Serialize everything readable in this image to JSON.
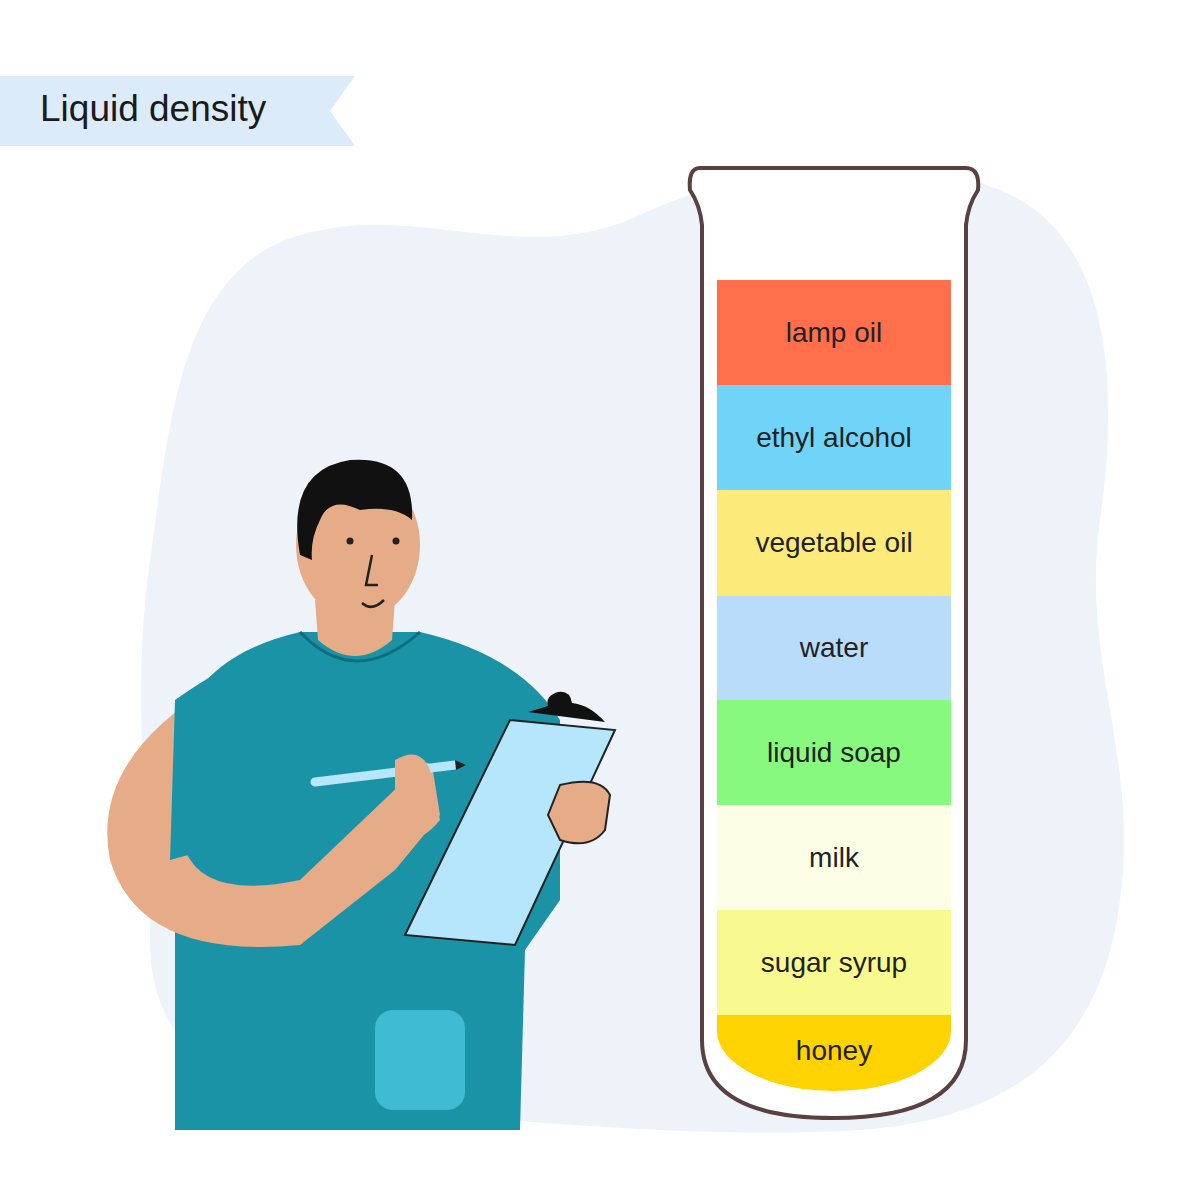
{
  "diagram": {
    "title": "Liquid density",
    "nodes": [
      {
        "text": [
          "lamp oil"
        ]
      },
      {
        "text": [
          "ethyl alcohol"
        ]
      },
      {
        "text": [
          "vegetable oil"
        ]
      },
      {
        "text": [
          "water"
        ]
      },
      {
        "text": [
          "liquid soap"
        ]
      },
      {
        "text": [
          "milk"
        ]
      },
      {
        "text": [
          "sugar syrup"
        ]
      },
      {
        "text": [
          "honey"
        ]
      }
    ]
  }
}
